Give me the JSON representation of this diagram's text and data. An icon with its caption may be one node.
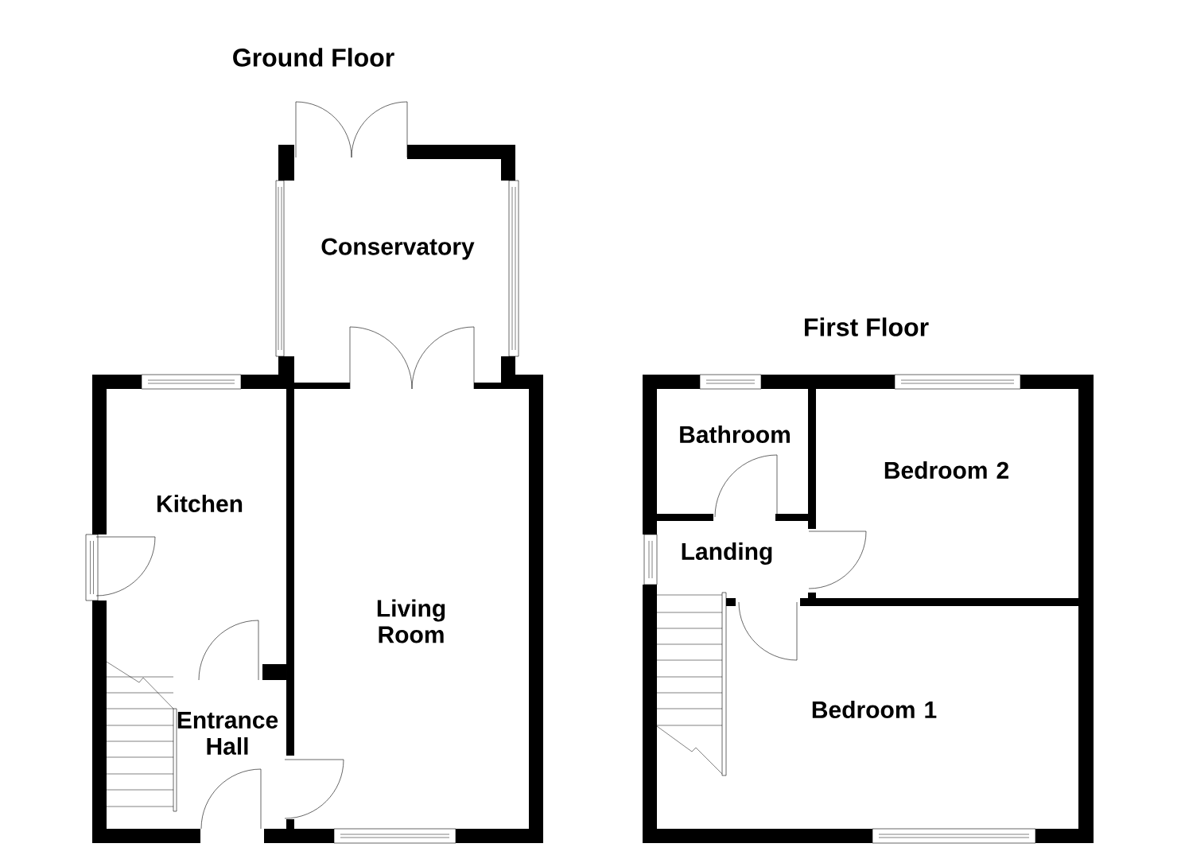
{
  "diagram": {
    "nodes": [
      {
        "text": [
          "Conservatory"
        ]
      },
      {
        "text": [
          "Kitchen"
        ]
      },
      {
        "text": [
          "Living Room"
        ]
      },
      {
        "text": [
          "Entrance Hall"
        ]
      },
      {
        "text": [
          "Bathroom"
        ]
      },
      {
        "text": [
          "Bedroom 2"
        ]
      },
      {
        "text": [
          "Landing"
        ]
      },
      {
        "text": [
          "Bedroom 1"
        ]
      }
    ],
    "edges": [],
    "labels": [
      "Ground Floor",
      "First Floor"
    ]
  }
}
